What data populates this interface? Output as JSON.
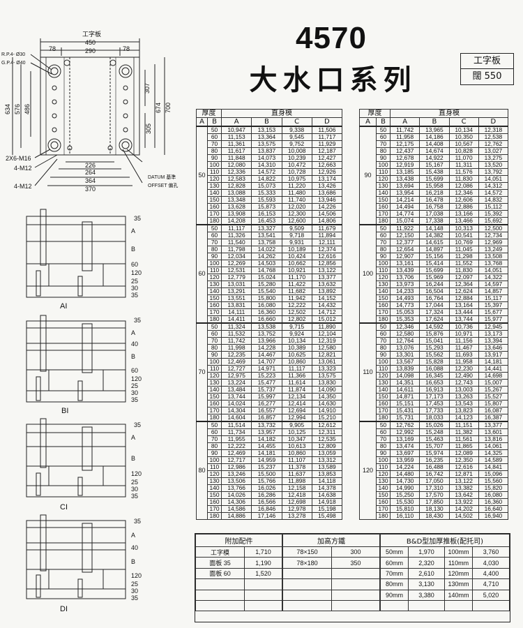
{
  "title": {
    "model": "4570",
    "series": "大水口系列"
  },
  "info_box": {
    "line1": "工字板",
    "line2": "闊 550"
  },
  "plan_drawing": {
    "top_label": "工字板",
    "top_dims": [
      "450",
      "78",
      "290",
      "78"
    ],
    "rp": "R.P.4- Ø30",
    "gp": "G.P.4- Ø40",
    "left_dims": [
      "634",
      "576",
      "486"
    ],
    "right_dims": [
      "307",
      "305",
      "674",
      "700"
    ],
    "bottom_dims": [
      "226",
      "264",
      "364",
      "370"
    ],
    "screw1": "2X6-M16",
    "screw2": "4-M12",
    "screw3": "4-M12",
    "datum": "DATUM 基準",
    "offset": "OFFSET 偏孔"
  },
  "sections": [
    {
      "label": "AI",
      "labels": [
        "35",
        "A",
        "B",
        "60",
        "120",
        "25",
        "30",
        "35"
      ]
    },
    {
      "label": "BI",
      "labels": [
        "35",
        "A",
        "40",
        "B",
        "60",
        "120",
        "25",
        "30",
        "35"
      ]
    },
    {
      "label": "CI",
      "labels": [
        "35",
        "A",
        "B",
        "120",
        "25",
        "30",
        "35"
      ]
    },
    {
      "label": "DI",
      "labels": [
        "35",
        "A",
        "40",
        "B",
        "120",
        "25",
        "30",
        "35"
      ]
    }
  ],
  "table_header": {
    "thick": "厚度",
    "straight": "直身模",
    "cols": [
      "A",
      "B",
      "A",
      "B",
      "C",
      "D"
    ]
  },
  "tables_left": [
    {
      "a": "50",
      "rows": [
        [
          "50",
          "10,947",
          "13,153",
          "9,338",
          "11,506"
        ],
        [
          "60",
          "11,153",
          "13,364",
          "9,545",
          "11,717"
        ],
        [
          "70",
          "11,361",
          "13,575",
          "9,752",
          "11,929"
        ],
        [
          "80",
          "11,617",
          "13,837",
          "10,008",
          "12,187"
        ],
        [
          "90",
          "11,848",
          "14,073",
          "10,239",
          "12,427"
        ],
        [
          "100",
          "12,080",
          "14,310",
          "10,472",
          "12,663"
        ],
        [
          "110",
          "12,336",
          "14,572",
          "10,728",
          "12,926"
        ],
        [
          "120",
          "12,583",
          "14,822",
          "10,975",
          "13,174"
        ],
        [
          "130",
          "12,828",
          "15,073",
          "11,220",
          "13,426"
        ],
        [
          "140",
          "13,088",
          "15,333",
          "11,480",
          "13,686"
        ],
        [
          "150",
          "13,348",
          "15,593",
          "11,740",
          "13,946"
        ],
        [
          "160",
          "13,628",
          "15,873",
          "12,020",
          "14,226"
        ],
        [
          "170",
          "13,908",
          "16,153",
          "12,300",
          "14,506"
        ],
        [
          "180",
          "14,208",
          "16,453",
          "12,600",
          "14,806"
        ]
      ]
    },
    {
      "a": "60",
      "rows": [
        [
          "50",
          "11,117",
          "13,327",
          "9,509",
          "11,679"
        ],
        [
          "60",
          "11,326",
          "13,541",
          "9,718",
          "11,894"
        ],
        [
          "70",
          "11,540",
          "13,758",
          "9,931",
          "12,111"
        ],
        [
          "80",
          "11,798",
          "14,022",
          "10,189",
          "12,374"
        ],
        [
          "90",
          "12,034",
          "14,262",
          "10,424",
          "12,616"
        ],
        [
          "100",
          "12,269",
          "14,503",
          "10,662",
          "12,856"
        ],
        [
          "110",
          "12,531",
          "14,768",
          "10,921",
          "13,122"
        ],
        [
          "120",
          "12,779",
          "15,024",
          "11,170",
          "13,377"
        ],
        [
          "130",
          "13,031",
          "15,280",
          "11,422",
          "13,632"
        ],
        [
          "140",
          "13,291",
          "15,540",
          "11,682",
          "13,892"
        ],
        [
          "150",
          "13,551",
          "15,800",
          "11,942",
          "14,152"
        ],
        [
          "160",
          "13,831",
          "16,080",
          "12,222",
          "14,432"
        ],
        [
          "170",
          "14,111",
          "16,360",
          "12,502",
          "14,712"
        ],
        [
          "180",
          "14,411",
          "16,660",
          "12,802",
          "15,012"
        ]
      ]
    },
    {
      "a": "70",
      "rows": [
        [
          "50",
          "11,324",
          "13,538",
          "9,715",
          "11,890"
        ],
        [
          "60",
          "11,532",
          "13,752",
          "9,924",
          "12,104"
        ],
        [
          "70",
          "11,742",
          "13,966",
          "10,134",
          "12,319"
        ],
        [
          "80",
          "11,998",
          "14,228",
          "10,389",
          "12,580"
        ],
        [
          "90",
          "12,235",
          "14,467",
          "10,625",
          "12,821"
        ],
        [
          "100",
          "12,469",
          "14,707",
          "10,860",
          "13,061"
        ],
        [
          "110",
          "12,727",
          "14,971",
          "11,117",
          "13,323"
        ],
        [
          "120",
          "12,975",
          "15,223",
          "11,366",
          "13,575"
        ],
        [
          "130",
          "13,224",
          "15,477",
          "11,614",
          "13,830"
        ],
        [
          "140",
          "13,484",
          "15,737",
          "11,874",
          "14,090"
        ],
        [
          "150",
          "13,744",
          "15,997",
          "12,134",
          "14,350"
        ],
        [
          "160",
          "14,024",
          "16,277",
          "12,414",
          "14,630"
        ],
        [
          "170",
          "14,304",
          "16,557",
          "12,694",
          "14,910"
        ],
        [
          "180",
          "14,604",
          "16,857",
          "12,994",
          "15,210"
        ]
      ]
    },
    {
      "a": "80",
      "rows": [
        [
          "50",
          "11,514",
          "13,732",
          "9,905",
          "12,612"
        ],
        [
          "60",
          "11,734",
          "13,957",
          "10,125",
          "12,311"
        ],
        [
          "70",
          "11,955",
          "14,182",
          "10,347",
          "12,535"
        ],
        [
          "80",
          "12,222",
          "14,455",
          "10,613",
          "12,809"
        ],
        [
          "90",
          "12,469",
          "14,181",
          "10,860",
          "13,059"
        ],
        [
          "100",
          "12,717",
          "14,959",
          "11,107",
          "13,312"
        ],
        [
          "110",
          "12,986",
          "15,237",
          "11,378",
          "13,589"
        ],
        [
          "120",
          "13,246",
          "15,500",
          "11,637",
          "13,853"
        ],
        [
          "130",
          "13,506",
          "15,766",
          "11,898",
          "14,118"
        ],
        [
          "140",
          "13,766",
          "16,026",
          "12,158",
          "14,378"
        ],
        [
          "150",
          "14,026",
          "16,286",
          "12,418",
          "14,638"
        ],
        [
          "160",
          "14,306",
          "16,566",
          "12,698",
          "14,918"
        ],
        [
          "170",
          "14,586",
          "16,846",
          "12,978",
          "15,198"
        ],
        [
          "180",
          "14,886",
          "17,146",
          "13,278",
          "15,498"
        ]
      ]
    }
  ],
  "tables_right": [
    {
      "a": "90",
      "rows": [
        [
          "50",
          "11,742",
          "13,965",
          "10,134",
          "12,318"
        ],
        [
          "60",
          "11,958",
          "14,186",
          "10,350",
          "12,538"
        ],
        [
          "70",
          "12,175",
          "14,408",
          "10,567",
          "12,762"
        ],
        [
          "80",
          "12,437",
          "14,674",
          "10,828",
          "13,027"
        ],
        [
          "90",
          "12,678",
          "14,922",
          "11,070",
          "13,275"
        ],
        [
          "100",
          "12,919",
          "15,167",
          "11,311",
          "13,520"
        ],
        [
          "110",
          "13,185",
          "15,438",
          "11,576",
          "13,792"
        ],
        [
          "120",
          "13,438",
          "15,699",
          "11,830",
          "14,051"
        ],
        [
          "130",
          "13,694",
          "15,958",
          "12,086",
          "14,312"
        ],
        [
          "140",
          "13,954",
          "16,218",
          "12,346",
          "14,572"
        ],
        [
          "150",
          "14,214",
          "16,478",
          "12,606",
          "14,832"
        ],
        [
          "160",
          "14,494",
          "16,758",
          "12,886",
          "15,112"
        ],
        [
          "170",
          "14,774",
          "17,038",
          "13,166",
          "15,392"
        ],
        [
          "180",
          "15,074",
          "17,338",
          "13,466",
          "15,692"
        ]
      ]
    },
    {
      "a": "100",
      "rows": [
        [
          "50",
          "11,922",
          "14,148",
          "10,313",
          "12,500"
        ],
        [
          "60",
          "12,150",
          "14,382",
          "10,541",
          "12,734"
        ],
        [
          "70",
          "12,377",
          "14,615",
          "10,769",
          "12,969"
        ],
        [
          "80",
          "12,654",
          "14,897",
          "11,045",
          "13,249"
        ],
        [
          "90",
          "12,907",
          "15,156",
          "11,298",
          "13,508"
        ],
        [
          "100",
          "13,161",
          "15,414",
          "11,552",
          "13,768"
        ],
        [
          "110",
          "13,439",
          "15,699",
          "11,830",
          "14,051"
        ],
        [
          "120",
          "13,706",
          "15,969",
          "12,097",
          "14,322"
        ],
        [
          "130",
          "13,973",
          "16,244",
          "12,364",
          "14,597"
        ],
        [
          "140",
          "14,233",
          "16,504",
          "12,624",
          "14,857"
        ],
        [
          "150",
          "14,493",
          "16,764",
          "12,884",
          "15,117"
        ],
        [
          "160",
          "14,773",
          "17,044",
          "13,164",
          "15,397"
        ],
        [
          "170",
          "15,053",
          "17,324",
          "13,444",
          "15,677"
        ],
        [
          "180",
          "15,353",
          "17,624",
          "13,744",
          "15,977"
        ]
      ]
    },
    {
      "a": "110",
      "rows": [
        [
          "50",
          "12,346",
          "14,592",
          "10,736",
          "12,945"
        ],
        [
          "60",
          "12,580",
          "15,876",
          "10,971",
          "13,173"
        ],
        [
          "70",
          "12,764",
          "15,041",
          "11,156",
          "13,394"
        ],
        [
          "80",
          "13,076",
          "15,293",
          "11,467",
          "13,646"
        ],
        [
          "90",
          "13,301",
          "15,562",
          "11,693",
          "13,917"
        ],
        [
          "100",
          "13,567",
          "15,828",
          "11,958",
          "14,181"
        ],
        [
          "110",
          "13,839",
          "16,088",
          "12,230",
          "14,441"
        ],
        [
          "120",
          "14,098",
          "16,345",
          "12,490",
          "14,698"
        ],
        [
          "130",
          "14,351",
          "16,653",
          "12,743",
          "15,007"
        ],
        [
          "140",
          "14,611",
          "16,913",
          "13,003",
          "15,267"
        ],
        [
          "150",
          "14,871",
          "17,173",
          "13,263",
          "15,527"
        ],
        [
          "160",
          "15,151",
          "17,453",
          "13,543",
          "15,807"
        ],
        [
          "170",
          "15,431",
          "17,733",
          "13,823",
          "16,087"
        ],
        [
          "180",
          "15,731",
          "18,033",
          "14,123",
          "16,387"
        ]
      ]
    },
    {
      "a": "120",
      "rows": [
        [
          "50",
          "12,762",
          "15,026",
          "11,151",
          "13,377"
        ],
        [
          "60",
          "12,992",
          "15,248",
          "11,382",
          "13,601"
        ],
        [
          "70",
          "13,169",
          "15,463",
          "11,561",
          "13,816"
        ],
        [
          "80",
          "13,474",
          "15,707",
          "11,865",
          "14,061"
        ],
        [
          "90",
          "13,697",
          "15,974",
          "12,089",
          "14,325"
        ],
        [
          "100",
          "13,959",
          "16,235",
          "12,350",
          "14,589"
        ],
        [
          "110",
          "14,224",
          "16,488",
          "12,616",
          "14,841"
        ],
        [
          "120",
          "14,480",
          "16,742",
          "12,871",
          "15,096"
        ],
        [
          "130",
          "14,730",
          "17,050",
          "13,122",
          "15,560"
        ],
        [
          "140",
          "14,990",
          "17,310",
          "13,382",
          "15,820"
        ],
        [
          "150",
          "15,250",
          "17,570",
          "13,642",
          "16,080"
        ],
        [
          "160",
          "15,530",
          "17,850",
          "13,922",
          "16,360"
        ],
        [
          "170",
          "15,810",
          "18,130",
          "14,202",
          "16,640"
        ],
        [
          "180",
          "16,110",
          "18,430",
          "14,502",
          "16,940"
        ]
      ]
    }
  ],
  "accessories": {
    "header": "附加配件",
    "rows": [
      [
        "工字模",
        "1,710"
      ],
      [
        "面板 35",
        "1,190"
      ],
      [
        "面板 60",
        "1,520"
      ]
    ]
  },
  "height_blocks": {
    "header": "加高方鐵",
    "rows": [
      [
        "78×150",
        "300"
      ],
      [
        "78×180",
        "350"
      ]
    ]
  },
  "bd_plates": {
    "header": "B&D型加厚推板(配托司)",
    "rows": [
      [
        "50mm",
        "1,970",
        "100mm",
        "3,760"
      ],
      [
        "60mm",
        "2,320",
        "110mm",
        "4,030"
      ],
      [
        "70mm",
        "2,610",
        "120mm",
        "4,400"
      ],
      [
        "80mm",
        "3,130",
        "130mm",
        "4,710"
      ],
      [
        "90mm",
        "3,380",
        "140mm",
        "5,020"
      ]
    ]
  }
}
